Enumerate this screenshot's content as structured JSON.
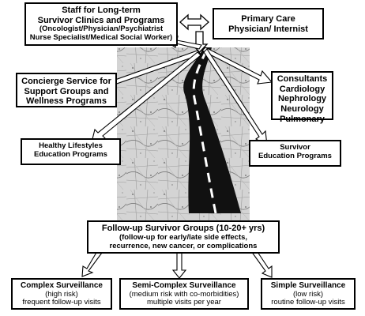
{
  "staff_box": {
    "title_line1": "Staff for Long-term",
    "title_line2": "Survivor Clinics and Programs",
    "sub_line1": "(Oncologist/Physician/Psychiatrist",
    "sub_line2": "Nurse Specialist/Medical Social Worker)"
  },
  "primary_care_box": {
    "line1": "Primary Care",
    "line2": "Physician/ Internist"
  },
  "concierge_box": {
    "line1": "Concierge Service for",
    "line2": "Support Groups and",
    "line3": "Wellness Programs"
  },
  "consultants_box": {
    "title": "Consultants",
    "items": [
      "Cardiology",
      "Nephrology",
      "Neurology",
      "Pulmonary"
    ]
  },
  "healthy_box": {
    "line1": "Healthy Lifestyles",
    "line2": "Education Programs"
  },
  "survivor_edu_box": {
    "line1": "Survivor",
    "line2": "Education Programs"
  },
  "followup_box": {
    "title": "Follow-up Survivor Groups (10-20+ yrs)",
    "line2": "(follow-up for early/late side effects,",
    "line3": "recurrence, new cancer, or complications"
  },
  "complex_box": {
    "title": "Complex Surveillance",
    "risk": "(high risk)",
    "detail": "frequent follow-up visits"
  },
  "semi_box": {
    "title": "Semi-Complex Surveillance",
    "risk": "(medium risk with co-morbidities)",
    "detail": "multiple visits per year"
  },
  "simple_box": {
    "title": "Simple Surveillance",
    "risk": "(low risk)",
    "detail": "routine follow-up visits"
  },
  "colors": {
    "road": "#111111",
    "map_bg": "#d4d4d4",
    "arrow_fill": "#ffffff",
    "stroke": "#000000"
  }
}
